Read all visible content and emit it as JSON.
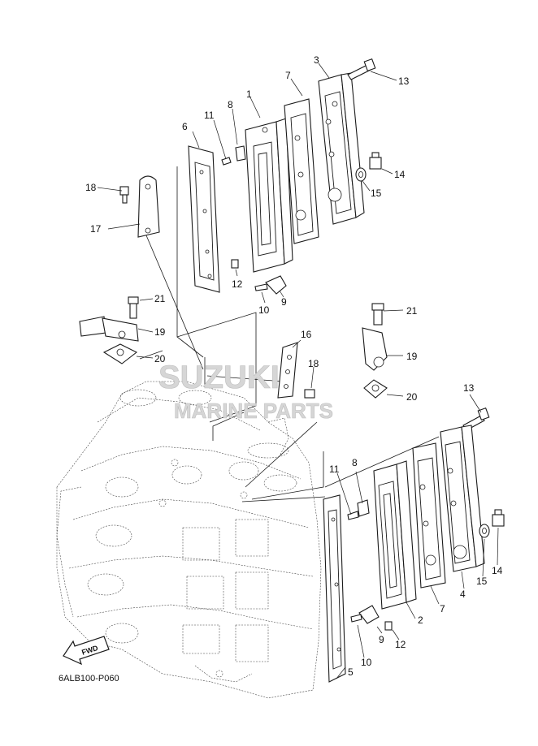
{
  "diagram": {
    "code": "6ALB100-P060",
    "fwd_label": "FWD",
    "watermark": {
      "brand": "SUZUKI",
      "sub": "MARINE PARTS"
    },
    "callouts": {
      "upper": {
        "p1": "1",
        "p3": "3",
        "p6": "6",
        "p7": "7",
        "p8": "8",
        "p9": "9",
        "p10": "10",
        "p11": "11",
        "p12": "12",
        "p13": "13",
        "p14": "14",
        "p15": "15",
        "p17": "17",
        "p18": "18",
        "p19": "19",
        "p20": "20",
        "p21": "21"
      },
      "lower": {
        "p2": "2",
        "p4": "4",
        "p5": "5",
        "p7": "7",
        "p8": "8",
        "p9": "9",
        "p10": "10",
        "p11": "11",
        "p12": "12",
        "p13": "13",
        "p14": "14",
        "p15": "15",
        "p16": "16",
        "p18": "18",
        "p19": "19",
        "p20": "20",
        "p21": "21"
      }
    }
  }
}
